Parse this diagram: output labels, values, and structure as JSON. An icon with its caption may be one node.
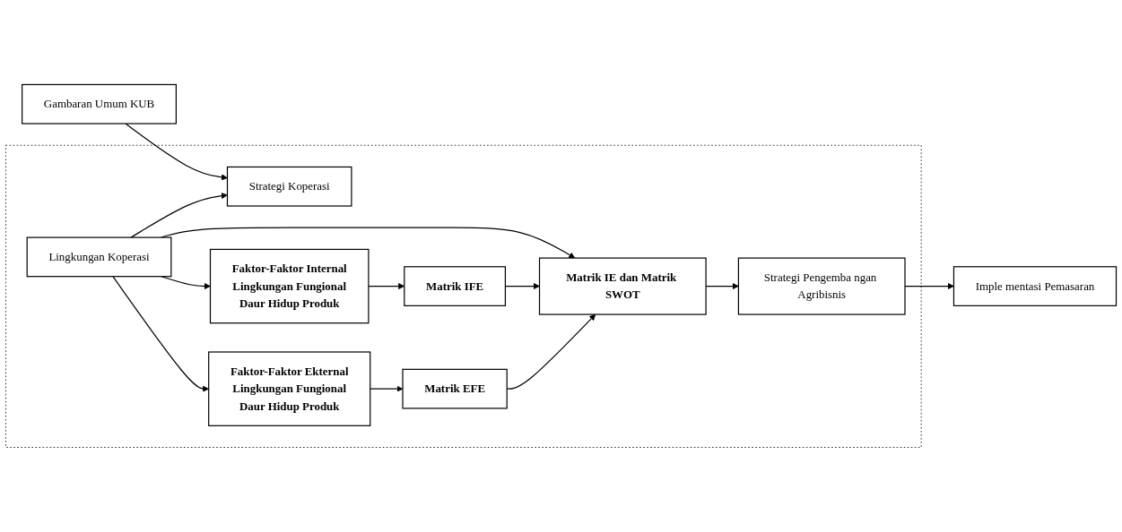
{
  "diagram": {
    "nodes": [
      {
        "text": [
          "Gambaran Umum KUB"
        ]
      },
      {
        "text": [],
        "shape": "box"
      },
      {
        "text": [
          "Strategi Koperasi"
        ],
        "in": 1
      },
      {
        "text": [
          "Faktor-Faktor Internal",
          "Lingkungan Fungional",
          "Daur Hidup Produk"
        ],
        "in": 1
      },
      {
        "text": [
          "Matrik IFE"
        ],
        "in": 1
      },
      {
        "text": [
          "Lingkungan Koperasi"
        ],
        "in": 1
      },
      {
        "text": [
          "Matrik IE dan Matrik SWOT"
        ],
        "in": 1
      },
      {
        "text": [
          "Strategi Pengemba ngan Agribisnis"
        ],
        "in": 1
      },
      {
        "text": [
          "Faktor-Faktor Ekternal",
          "Lingkungan Fungional",
          "Daur Hidup Produk"
        ],
        "in": 1
      },
      {
        "text": [
          "Matrik EFE"
        ],
        "in": 1
      },
      {
        "text": [
          "Imple mentasi Pemasaran"
        ]
      }
    ],
    "edges": [
      {
        "from": 0,
        "to": 2,
        "arrow": "to"
      },
      {
        "from": 5,
        "to": 2,
        "arrow": "to"
      },
      {
        "from": 5,
        "to": 3,
        "arrow": "to"
      },
      {
        "from": 5,
        "to": 6,
        "arrow": "to"
      },
      {
        "from": 5,
        "to": 8,
        "arrow": "to"
      },
      {
        "from": 3,
        "to": 4,
        "arrow": "to"
      },
      {
        "from": 4,
        "to": 6,
        "arrow": "to"
      },
      {
        "from": 8,
        "to": 9,
        "arrow": "to"
      },
      {
        "from": 9,
        "to": 6,
        "arrow": "to"
      },
      {
        "from": 6,
        "to": 7,
        "arrow": "to"
      },
      {
        "from": 7,
        "to": 10,
        "arrow": "to"
      }
    ]
  }
}
